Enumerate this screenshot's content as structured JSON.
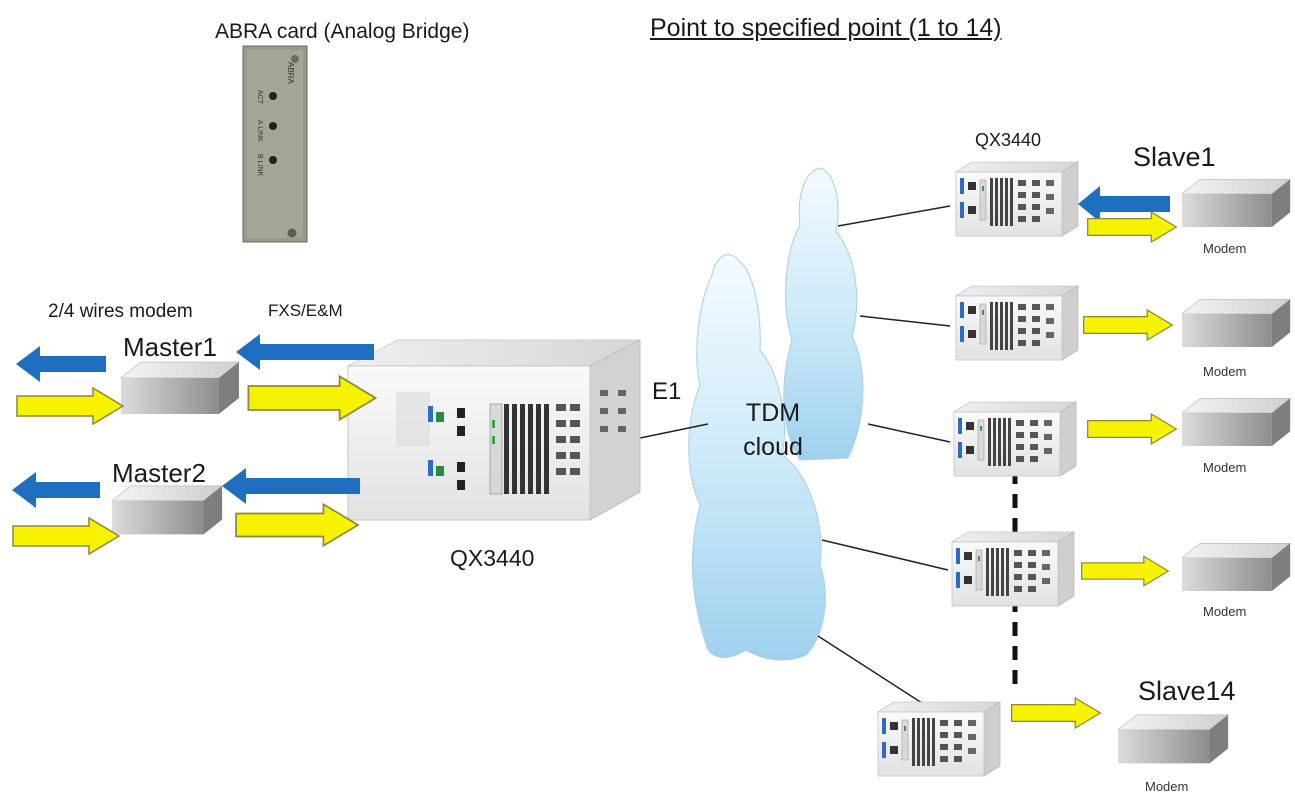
{
  "labels": {
    "card_title": "ABRA card (Analog Bridge)",
    "diagram_title": "Point to specified point (1 to 14)",
    "qx_top": "QX3440",
    "slave1": "Slave1",
    "wires_modem": "2/4 wires modem",
    "fxs_em": "FXS/E&M",
    "master1": "Master1",
    "master2": "Master2",
    "e1": "E1",
    "tdm_line1": "TDM",
    "tdm_line2": "cloud",
    "qx_main": "QX3440",
    "slave14": "Slave14",
    "modem": "Modem"
  },
  "card_print": [
    "ABRA",
    "ACT",
    "A LINK",
    "B LINK"
  ],
  "colors": {
    "arrow_blue": "#1f6fc1",
    "arrow_yellow": "#f7f200",
    "arrow_yellow_stroke": "#8a8a3a",
    "cloud": "#c6e6f6",
    "line": "#222222"
  }
}
